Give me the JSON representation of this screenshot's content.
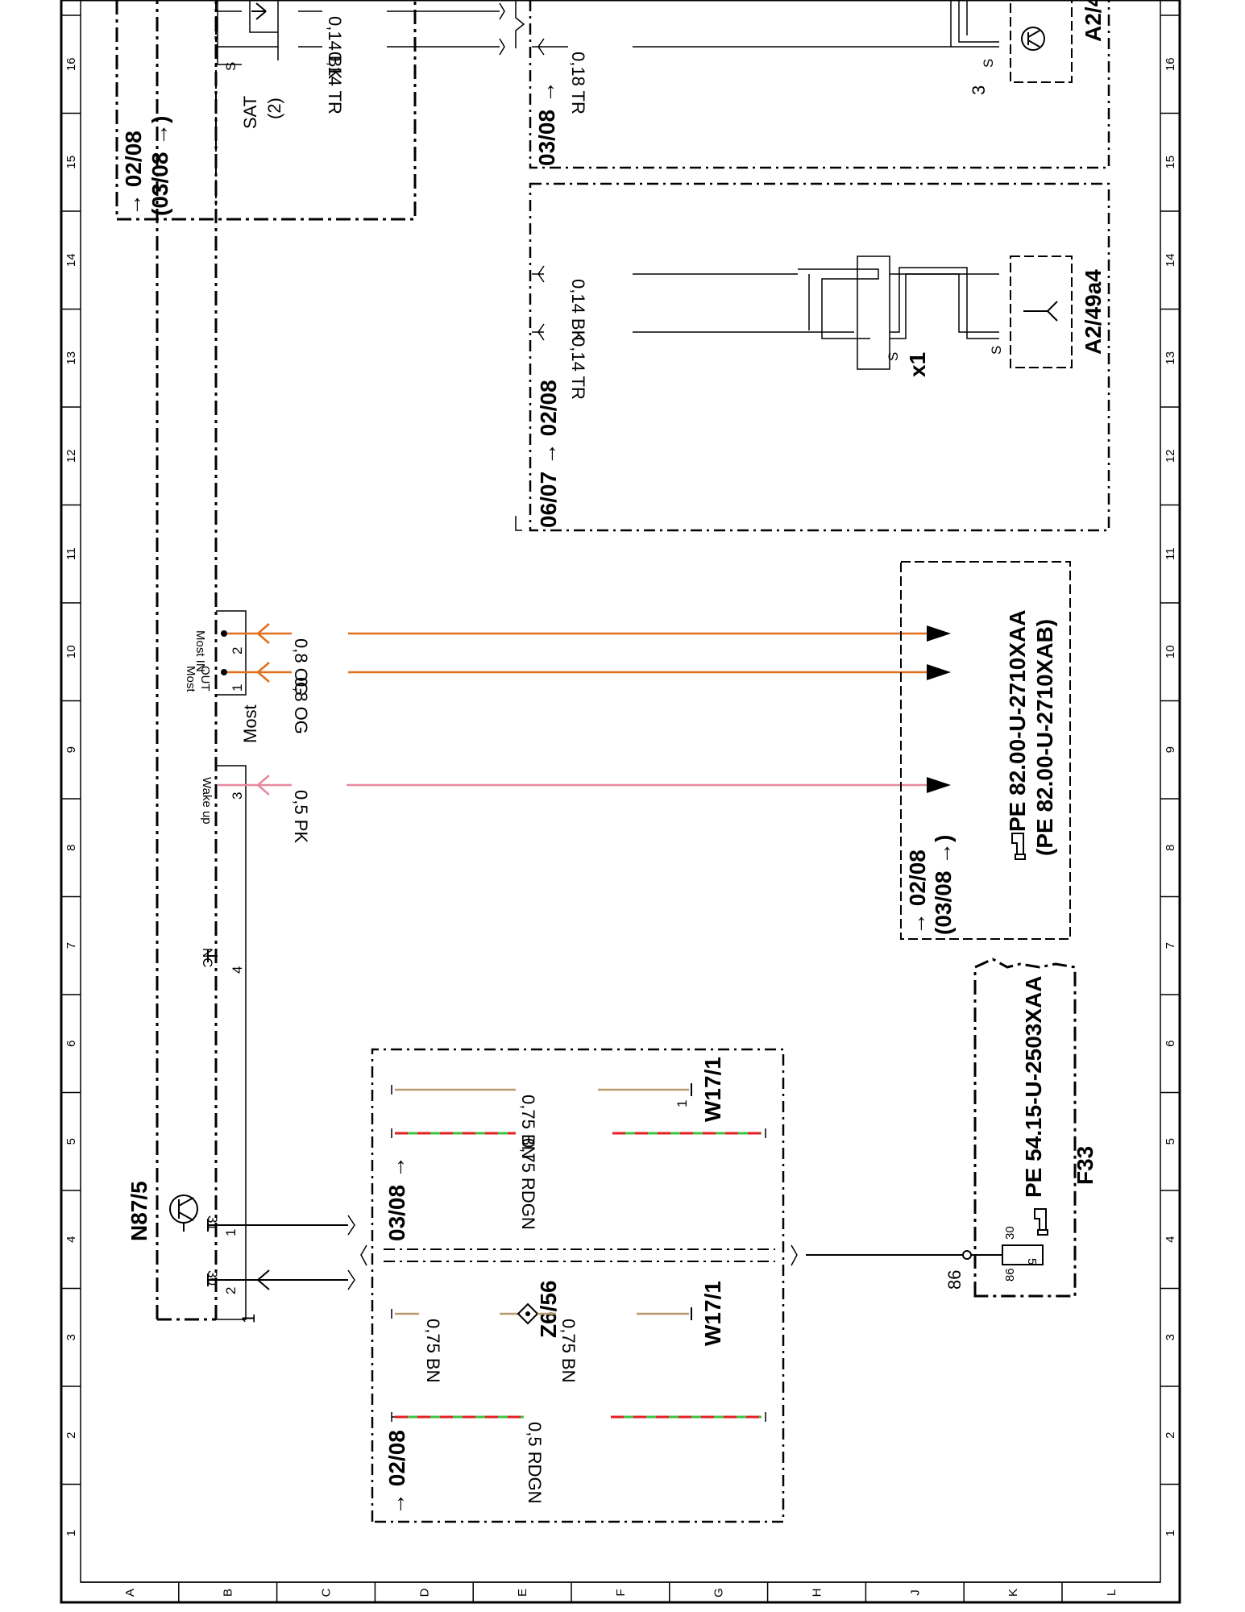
{
  "grid": {
    "rows": [
      "1",
      "2",
      "3",
      "4",
      "5",
      "6",
      "7",
      "8",
      "9",
      "10",
      "11",
      "12",
      "13",
      "14",
      "15",
      "16"
    ],
    "columns": [
      "A",
      "B",
      "C",
      "D",
      "E",
      "F",
      "G",
      "H",
      "J",
      "K",
      "L"
    ]
  },
  "components": {
    "main_unit": "N87/5",
    "sat_label": "SAT",
    "sat_sub": "(2)",
    "most_label": "Most",
    "x1": "x1",
    "antenna_a": "A2/49a4",
    "antenna_b": "A2/4",
    "fuse": "F33",
    "w17_lower": "W17/1",
    "w17_upper": "W17/1",
    "z6": "Z6/56"
  },
  "pins": {
    "p1": "1",
    "p2": "2",
    "p3": "3",
    "p4": "4",
    "p30": "30",
    "p31": "31",
    "pin_most_out": "1",
    "pin_most_in": "2",
    "p86": "86",
    "f_pin30": "30",
    "f_pin86": "86",
    "f_pin5": "5",
    "ant_pin3": "3",
    "s": "S"
  },
  "signals": {
    "nc": "NC",
    "wake_up": "Wake up",
    "most_out_a": "Most",
    "most_out_b": "OUT",
    "most_in": "Most IN"
  },
  "wires": {
    "sat1": "0,14 BK",
    "sat2": "0,14 TR",
    "ant_bk": "0,14 BK",
    "ant_tr": "0,14 TR",
    "ant_upper": "0,18 TR",
    "most_out": "0,8 OG",
    "most_in": "0,8 OG",
    "wake": "0,5 PK",
    "rdgn_lower": "0,5 RDGN",
    "bn_left": "0,75 BN",
    "bn_right": "0,75 BN",
    "rdgn_upper": "0,75 RDGN",
    "bn_upper": "0,75 BN"
  },
  "dates": {
    "sat_a": "→ 02/08",
    "sat_b": "(03/08 →)",
    "box_upper": "03/08 →",
    "box_middle": "06/07 → 02/08",
    "pe_a": "→ 02/08",
    "pe_b": "(03/08 →)",
    "lower_a": "→ 02/08",
    "lower_b": "03/08 →"
  },
  "references": {
    "pe1": "PE  82.00-U-2710XAA",
    "pe2": "(PE  82.00-U-2710XAB)",
    "pe3": "PE  54.15-U-2503XAA"
  },
  "colors": {
    "line": "#000000",
    "orange": "#e0701c",
    "pink": "#e48aa0",
    "red": "#e31e24",
    "green": "#3fc23f",
    "brown": "#b79a6c"
  },
  "icons": {
    "pointer": "pointing-hand-icon",
    "transistor": "transistor-icon",
    "antenna": "antenna-icon"
  }
}
